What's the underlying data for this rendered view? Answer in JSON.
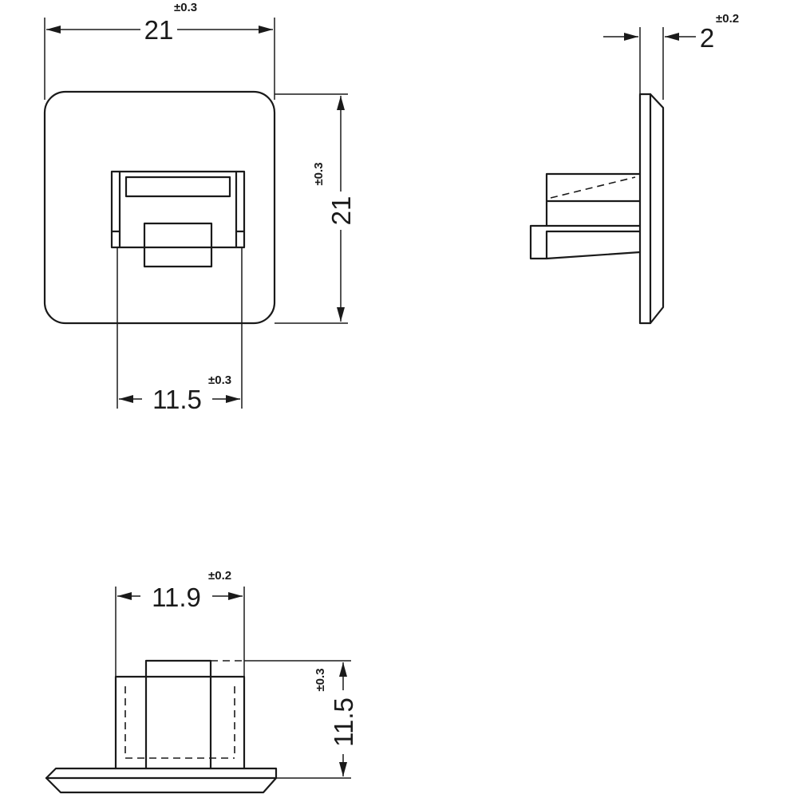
{
  "front_view": {
    "width_dim": {
      "value": "21",
      "tolerance": "±0.3"
    },
    "height_dim": {
      "value": "21",
      "tolerance": "±0.3"
    },
    "slot_width_dim": {
      "value": "11.5",
      "tolerance": "±0.3"
    }
  },
  "side_view": {
    "thickness_dim": {
      "value": "2",
      "tolerance": "±0.2"
    }
  },
  "bottom_view": {
    "width_dim": {
      "value": "11.9",
      "tolerance": "±0.2"
    },
    "height_dim": {
      "value": "11.5",
      "tolerance": "±0.3"
    }
  },
  "colors": {
    "line": "#1a1a1a",
    "background": "#ffffff"
  }
}
